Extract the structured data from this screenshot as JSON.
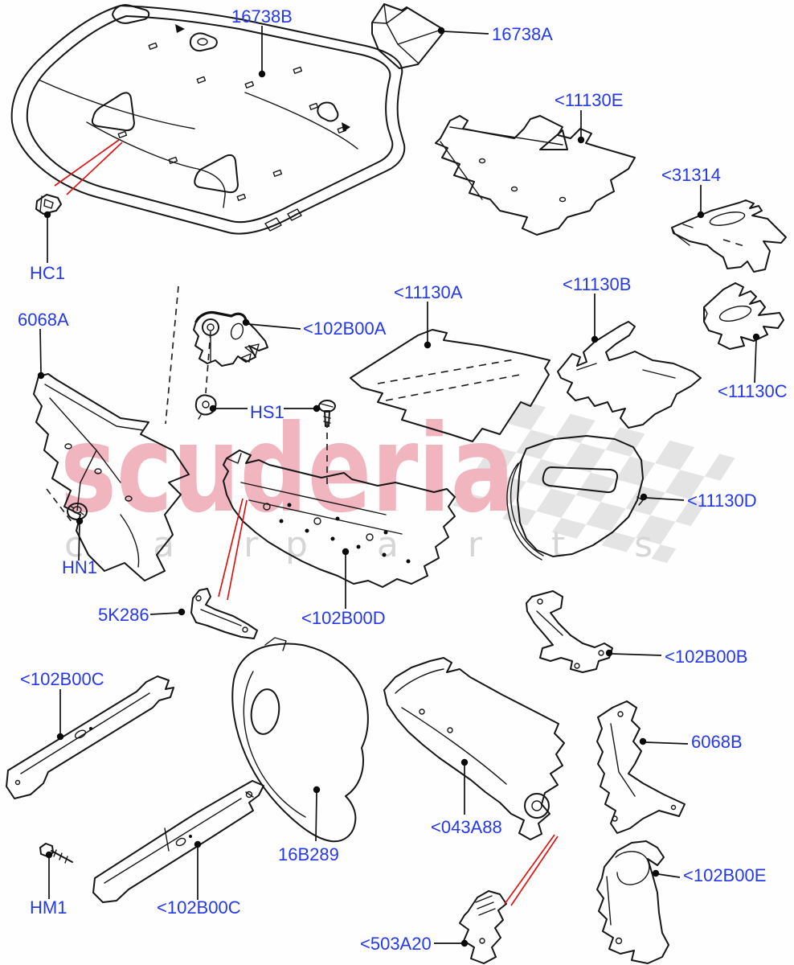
{
  "watermark": {
    "brand": "scuderia",
    "tagline_left": "c a r",
    "tagline_right": "p a r t s",
    "brand_color": "#f1b5c0",
    "flag_color": "#e4e4e4"
  },
  "colors": {
    "label_blue": "#2438ef",
    "line_black": "#161616",
    "pointer_red": "#dd1414",
    "background": "#fefefe"
  },
  "callouts": [
    {
      "id": "16738B",
      "text": "16738B"
    },
    {
      "id": "16738A",
      "text": "16738A"
    },
    {
      "id": "11130E",
      "text": "<11130E"
    },
    {
      "id": "31314",
      "text": "<31314"
    },
    {
      "id": "HC1",
      "text": "HC1"
    },
    {
      "id": "6068A",
      "text": "6068A"
    },
    {
      "id": "102B00A",
      "text": "<102B00A"
    },
    {
      "id": "11130A",
      "text": "<11130A"
    },
    {
      "id": "11130B",
      "text": "<11130B"
    },
    {
      "id": "11130C",
      "text": "<11130C"
    },
    {
      "id": "HS1",
      "text": "HS1"
    },
    {
      "id": "11130D",
      "text": "<11130D"
    },
    {
      "id": "HN1",
      "text": "HN1"
    },
    {
      "id": "5K286",
      "text": "5K286"
    },
    {
      "id": "102B00D",
      "text": "<102B00D"
    },
    {
      "id": "102B00B",
      "text": "<102B00B"
    },
    {
      "id": "102B00C-upper",
      "text": "<102B00C"
    },
    {
      "id": "6068B",
      "text": "6068B"
    },
    {
      "id": "16B289",
      "text": "16B289"
    },
    {
      "id": "043A88",
      "text": "<043A88"
    },
    {
      "id": "HM1",
      "text": "HM1"
    },
    {
      "id": "102B00C-lower",
      "text": "<102B00C"
    },
    {
      "id": "102B00E",
      "text": "<102B00E"
    },
    {
      "id": "503A20",
      "text": "<503A20"
    }
  ]
}
